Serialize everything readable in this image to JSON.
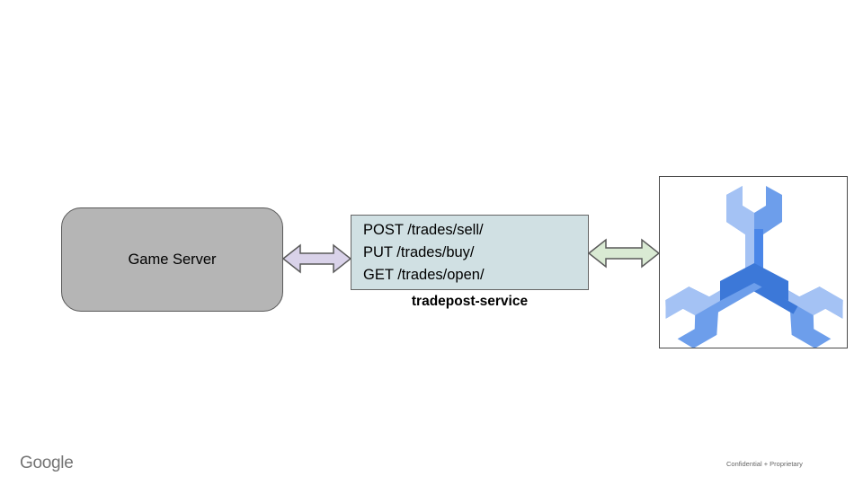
{
  "slide": {
    "background": "#ffffff"
  },
  "diagram": {
    "game_server": {
      "label": "Game Server",
      "fill": "#b5b5b5",
      "border": "#595959"
    },
    "service_box": {
      "lines": [
        "POST /trades/sell/",
        "PUT /trades/buy/",
        "GET /trades/open/"
      ],
      "fill": "#d0e0e3",
      "border": "#666666",
      "caption": "tradepost-service"
    },
    "arrow_left": {
      "direction": "bidirectional",
      "fill": "#d9d2e9",
      "border": "#595959"
    },
    "arrow_right": {
      "direction": "bidirectional",
      "fill": "#d9ead3",
      "border": "#595959"
    },
    "logo": {
      "icon": "agones-logo",
      "colors": {
        "light": "#a4c2f4",
        "medium": "#6d9eeb",
        "mediumdark": "#4a86e8",
        "dark": "#3c78d8"
      }
    }
  },
  "footer": {
    "brand": "Google",
    "note": "Confidential + Proprietary"
  }
}
